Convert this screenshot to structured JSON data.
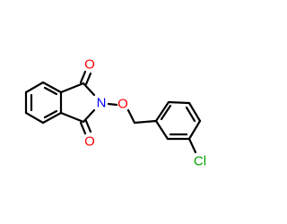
{
  "colors": {
    "bond": "#000000",
    "oxygen": "#ff0000",
    "nitrogen": "#0000ff",
    "chlorine": "#00a000",
    "background": "#ffffff"
  },
  "atoms": {
    "o_top": "O",
    "o_bottom": "O",
    "n": "N",
    "o_ether": "O",
    "cl": "Cl"
  }
}
